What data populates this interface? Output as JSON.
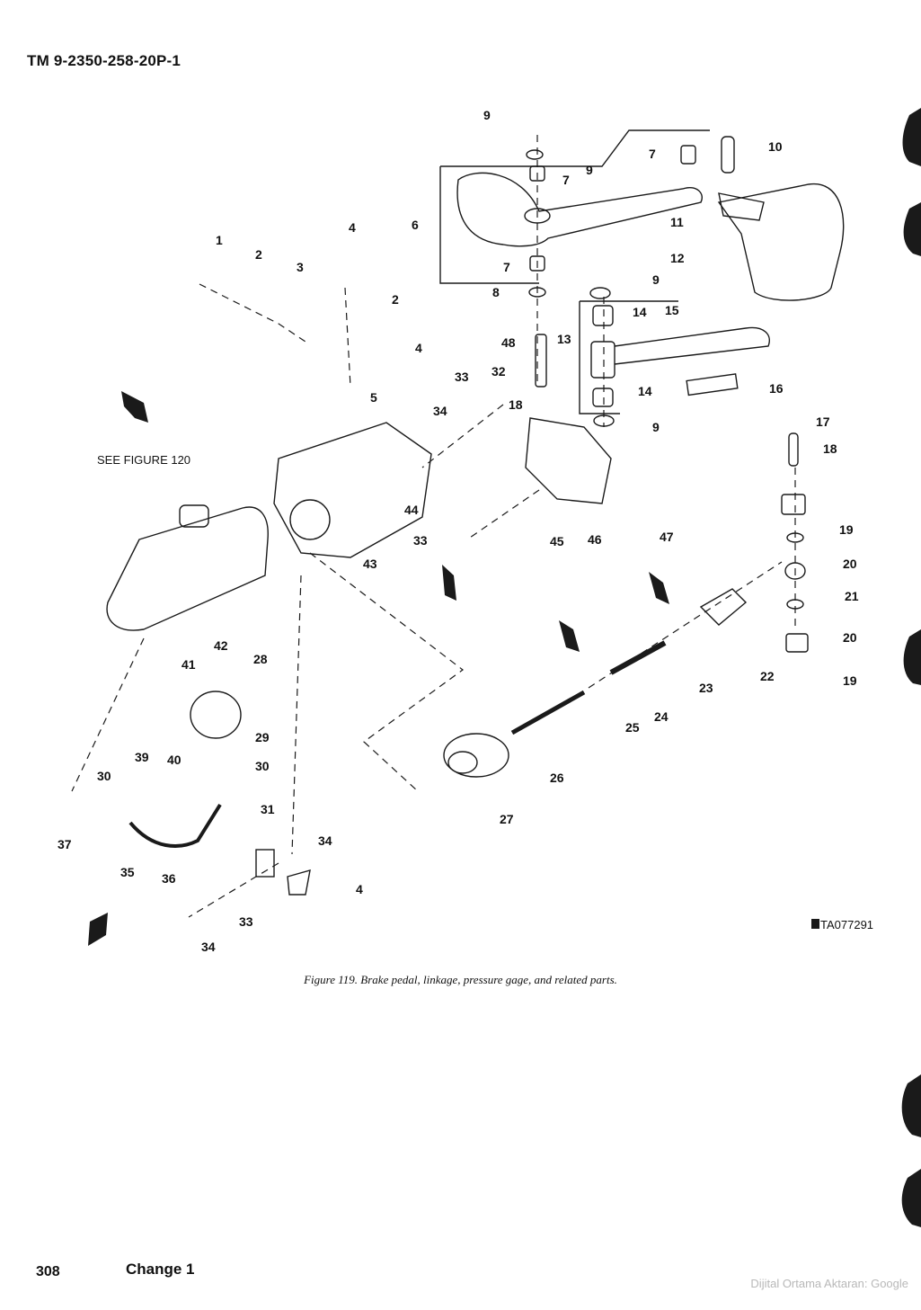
{
  "header": {
    "doc_number": "TM 9-2350-258-20P-1"
  },
  "figure": {
    "caption": "Figure 119. Brake pedal, linkage, pressure gage, and related parts.",
    "see_figure": "SEE FIGURE 120",
    "code": "TA077291",
    "callouts": [
      "1",
      "2",
      "2",
      "3",
      "4",
      "4",
      "4",
      "5",
      "6",
      "7",
      "7",
      "7",
      "8",
      "9",
      "9",
      "9",
      "9",
      "10",
      "11",
      "12",
      "13",
      "14",
      "14",
      "15",
      "16",
      "17",
      "18",
      "18",
      "19",
      "19",
      "20",
      "20",
      "21",
      "22",
      "23",
      "24",
      "25",
      "26",
      "27",
      "28",
      "29",
      "30",
      "30",
      "31",
      "32",
      "33",
      "33",
      "33",
      "34",
      "34",
      "34",
      "35",
      "36",
      "37",
      "39",
      "40",
      "41",
      "42",
      "43",
      "44",
      "45",
      "46",
      "47",
      "48"
    ]
  },
  "footer": {
    "page_number": "308",
    "change": "Change 1",
    "attribution": "Dijital Ortama Aktaran: Google"
  }
}
